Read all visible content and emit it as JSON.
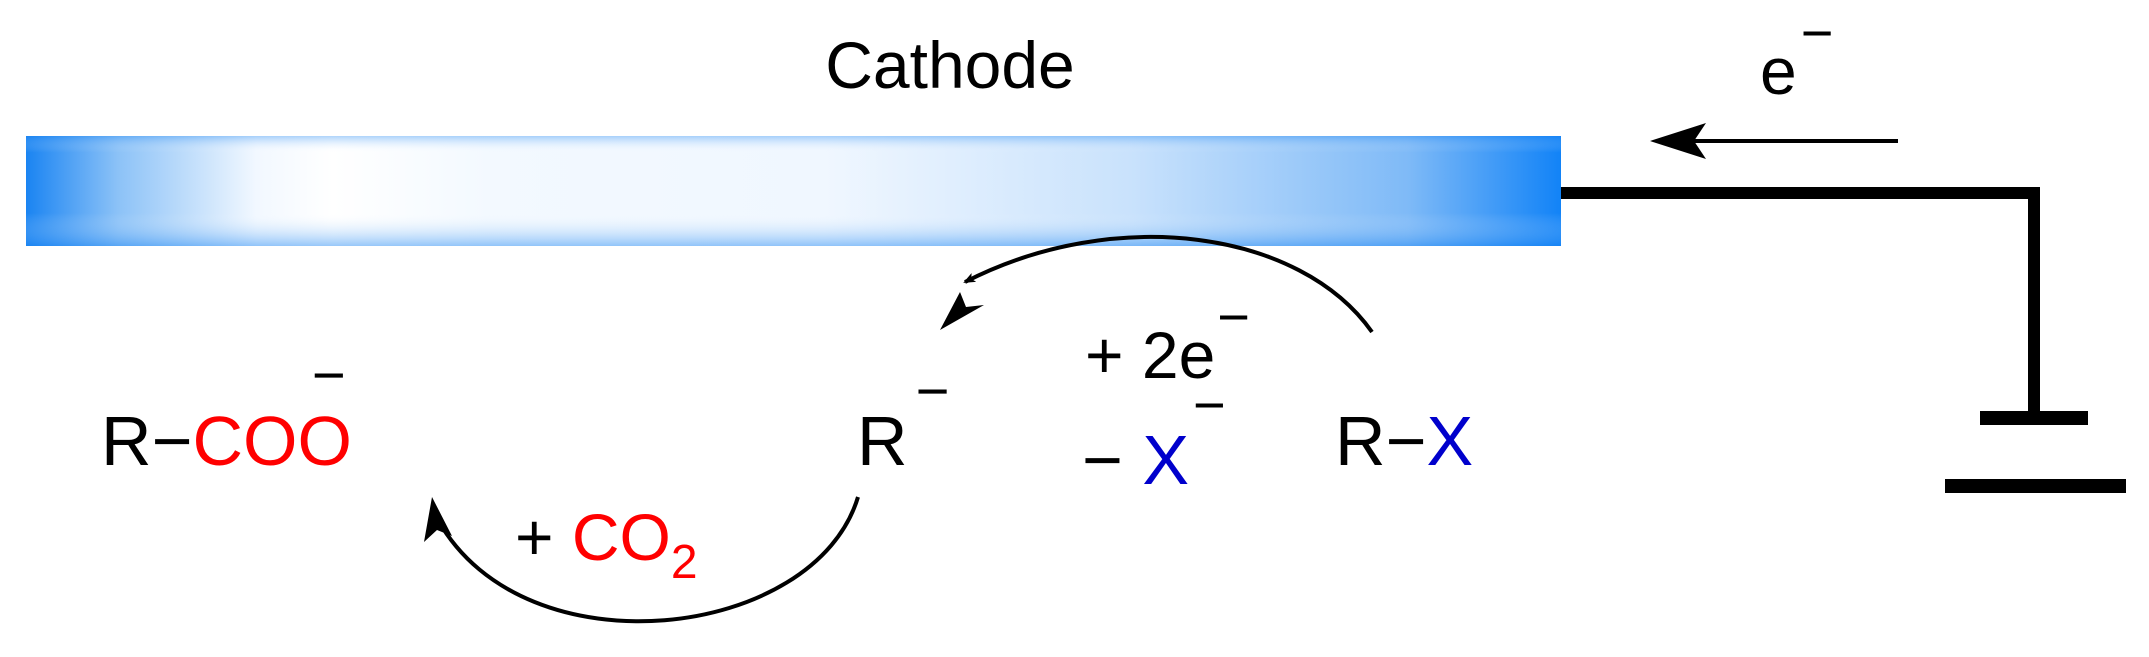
{
  "cathode": {
    "label": "Cathode"
  },
  "electron_flow": {
    "base": "e",
    "charge": "−"
  },
  "species": {
    "reactant": {
      "r": "R",
      "bond": "−",
      "x": "X"
    },
    "anion": {
      "r": "R",
      "charge": "−"
    },
    "product": {
      "r": "R",
      "bond": "−",
      "group": "COO",
      "charge": "−"
    }
  },
  "step_reduction": {
    "gain_prefix": "+ 2e",
    "gain_charge": "−",
    "loss_prefix": "− ",
    "loss_x": "X",
    "loss_charge": "−"
  },
  "step_carboxylation": {
    "prefix": "+ ",
    "reagent": "CO",
    "subscript": "2"
  },
  "colors": {
    "text": "#000000",
    "red": "#ff0000",
    "blue": "#0000cc",
    "electrode_blue": "#1a87f5"
  }
}
